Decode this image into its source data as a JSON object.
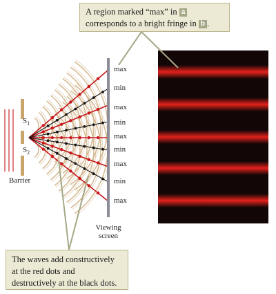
{
  "callout_top": {
    "line1": "A region marked “max” in ",
    "tag_a": "a",
    "line2": "corresponds to a bright fringe in ",
    "tag_b": "b",
    "line2_end": "."
  },
  "callout_bottom": {
    "line1": "The waves add constructively",
    "line2": "at the red dots and",
    "line3": "destructively at the black dots."
  },
  "screen_labels": [
    "max",
    "min",
    "max",
    "min",
    "max",
    "min",
    "max",
    "min",
    "max"
  ],
  "slit1_label": "S",
  "slit1_sub": "1",
  "slit2_label": "S",
  "slit2_sub": "2",
  "barrier_label": "Barrier",
  "viewing_screen_label_line1": "Viewing",
  "viewing_screen_label_line2": "screen",
  "colors": {
    "wave": "#d2b48a",
    "constructive": "#c8181b",
    "destructive": "#111111",
    "barrier": "#c9a56c",
    "screen": "#8d8d99",
    "fringe_background": "#120606",
    "fringe": "#e3221b",
    "callout_background": "#ece9d4",
    "pointer": "#a5a887"
  }
}
